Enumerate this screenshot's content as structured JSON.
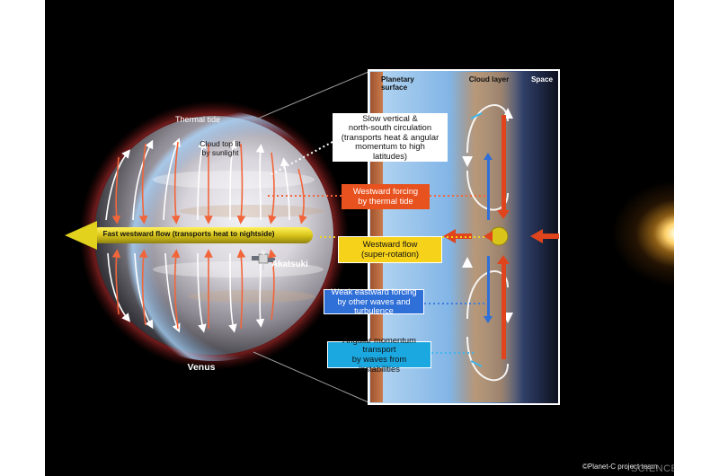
{
  "labels": {
    "thermal_tide": "Thermal tide",
    "cloud_top": "Cloud top lit\nby sunlight",
    "fast_flow": "Fast westward flow (transports heat to nightside)",
    "akatsuki": "Akatsuki",
    "venus": "Venus",
    "planetary_surface": "Planetary\nsurface",
    "cloud_layer": "Cloud layer",
    "space": "Space"
  },
  "boxes": {
    "slow_vertical": "Slow vertical &\nnorth-south circulation\n(transports heat & angular\nmomentum to high latitudes)",
    "westward_forcing": "Westward forcing\nby thermal tide",
    "westward_flow": "Westward flow\n(super-rotation)",
    "weak_eastward": "Weak eastward forcing\nby other waves and turbulence",
    "angular_momentum": "Angular momentum transport\nby waves from instabilities"
  },
  "credit": "©Planet-C project team",
  "watermark": "SCIENCEAQ.COM",
  "colors": {
    "orange_box": "#e8521f",
    "yellow_box": "#f7d21a",
    "blue_box": "#2f6fd8",
    "cyan_box": "#1ba8e0",
    "white_box": "#ffffff"
  }
}
